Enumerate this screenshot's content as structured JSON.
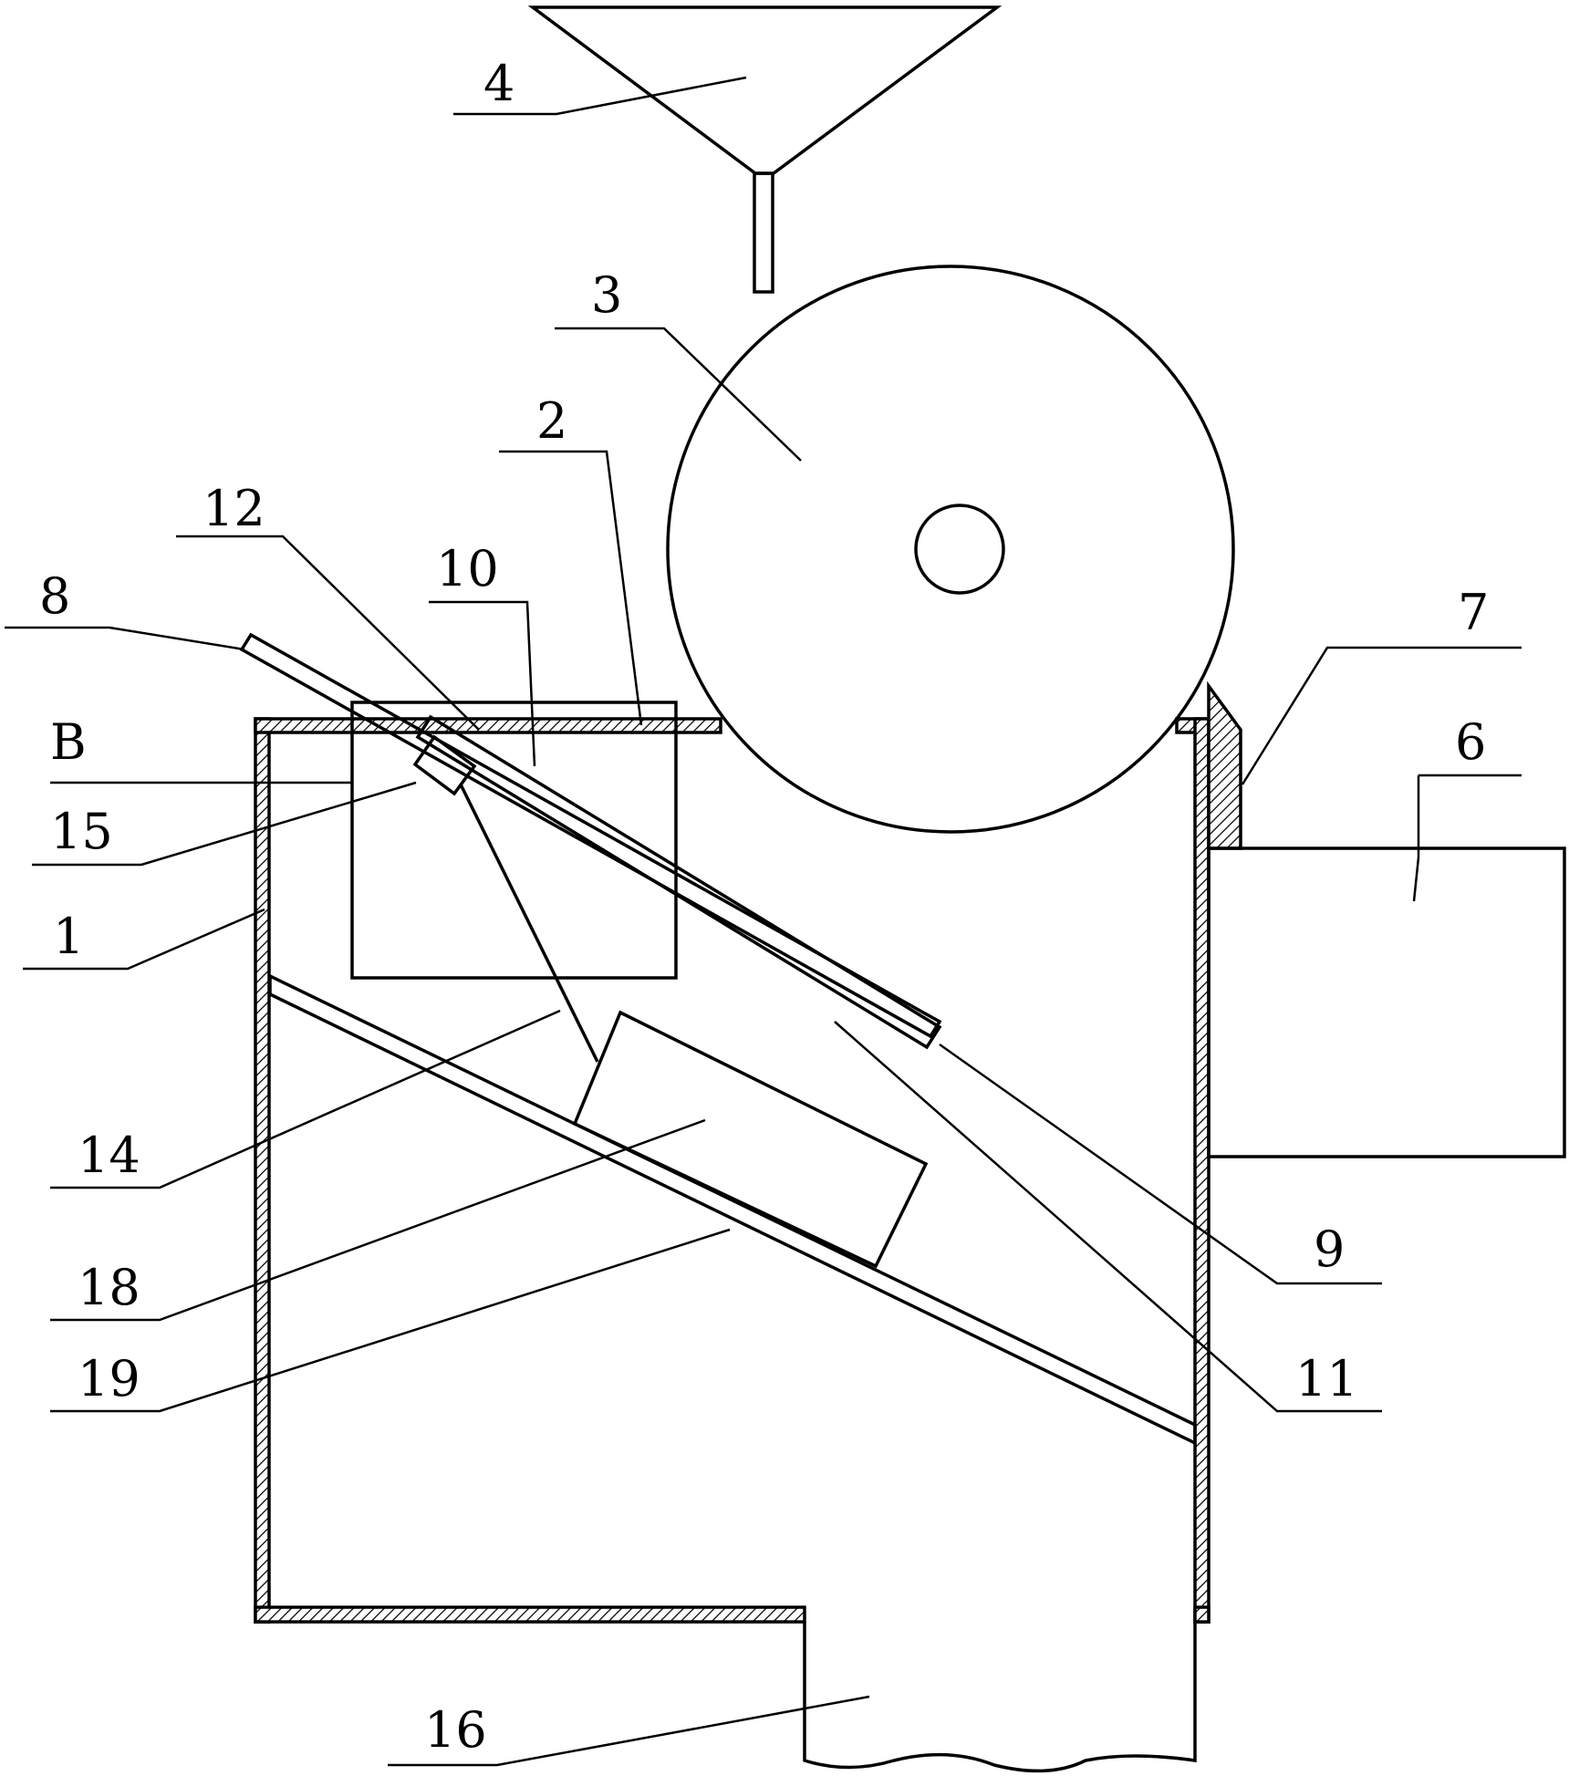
{
  "labels": {
    "l1": "1",
    "l2": "2",
    "l3": "3",
    "l4": "4",
    "l6": "6",
    "l7": "7",
    "l8": "8",
    "l9": "9",
    "l10": "10",
    "l11": "11",
    "l12": "12",
    "l14": "14",
    "l15": "15",
    "l16": "16",
    "l18": "18",
    "l19": "19",
    "lB": "B"
  },
  "colors": {
    "line": "#000000",
    "background": "#ffffff"
  }
}
